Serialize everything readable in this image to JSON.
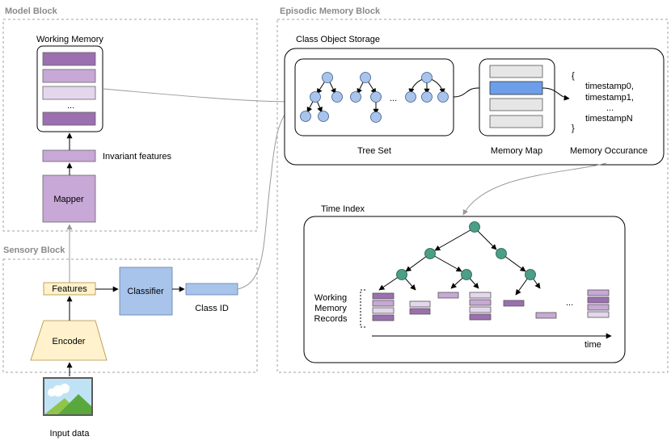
{
  "blocks": {
    "model": "Model Block",
    "sensory": "Sensory Block",
    "episodic": "Episodic Memory Block"
  },
  "model_block": {
    "working_memory": "Working Memory",
    "ellipsis": "...",
    "invariant_features": "Invariant features",
    "mapper": "Mapper"
  },
  "sensory_block": {
    "features": "Features",
    "classifier": "Classifier",
    "class_id": "Class ID",
    "encoder": "Encoder",
    "input_data": "Input data"
  },
  "storage": {
    "title": "Class Object Storage",
    "tree_set": "Tree Set",
    "tree_ellipsis": "...",
    "memory_map": "Memory Map",
    "memory_occurance": "Memory Occurance",
    "occ_lines": [
      "{",
      "timestamp0,",
      "timestamp1,",
      "...",
      "timestampN",
      "}"
    ]
  },
  "time_index": {
    "title": "Time Index",
    "records_label": [
      "Working",
      "Memory",
      "Records"
    ],
    "ellipsis": "...",
    "axis_label": "time"
  },
  "colors": {
    "purple_dark": "#9b6fb0",
    "purple_mid": "#c7a8d6",
    "purple_light": "#e4d6ec",
    "node_blue": "#a9c4eb",
    "node_green": "#4a9f86",
    "blue_box": "#a9c4eb",
    "features_yellow": "#fff2cc",
    "encoder_yellow": "#fff2cc"
  }
}
